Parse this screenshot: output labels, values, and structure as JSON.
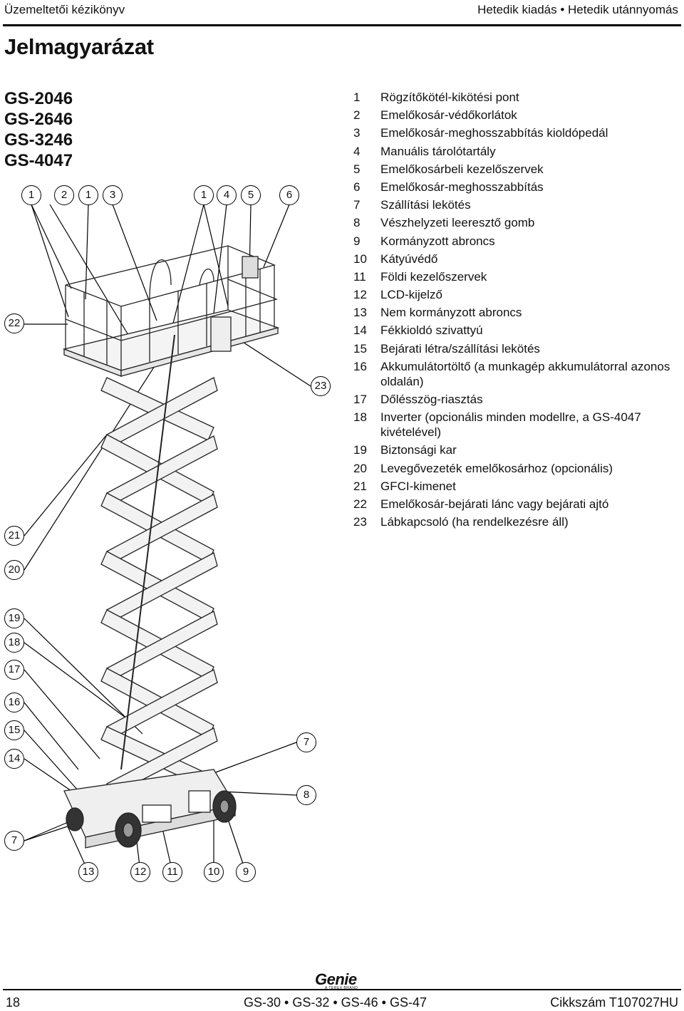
{
  "header": {
    "left": "Üzemeltetői kézikönyv",
    "right": "Hetedik kiadás • Hetedik utánnyomás"
  },
  "page_title": "Jelmagyarázat",
  "models": [
    "GS-2046",
    "GS-2646",
    "GS-3246",
    "GS-4047"
  ],
  "legend": [
    {
      "num": "1",
      "text": "Rögzítőkötél-kikötési pont"
    },
    {
      "num": "2",
      "text": "Emelőkosár-védőkorlátok"
    },
    {
      "num": "3",
      "text": "Emelőkosár-meghosszabbítás kioldópedál"
    },
    {
      "num": "4",
      "text": "Manuális tárolótartály"
    },
    {
      "num": "5",
      "text": "Emelőkosárbeli kezelőszervek"
    },
    {
      "num": "6",
      "text": "Emelőkosár-meghosszabbítás"
    },
    {
      "num": "7",
      "text": "Szállítási lekötés"
    },
    {
      "num": "8",
      "text": "Vészhelyzeti leeresztő gomb"
    },
    {
      "num": "9",
      "text": "Kormányzott abroncs"
    },
    {
      "num": "10",
      "text": "Kátyúvédő"
    },
    {
      "num": "11",
      "text": "Földi kezelőszervek"
    },
    {
      "num": "12",
      "text": "LCD-kijelző"
    },
    {
      "num": "13",
      "text": "Nem kormányzott abroncs"
    },
    {
      "num": "14",
      "text": "Fékkioldó szivattyú"
    },
    {
      "num": "15",
      "text": "Bejárati létra/szállítási lekötés"
    },
    {
      "num": "16",
      "text": "Akkumulátortöltő (a munkagép akkumulátorral azonos oldalán)"
    },
    {
      "num": "17",
      "text": "Dőlésszög-riasztás"
    },
    {
      "num": "18",
      "text": "Inverter (opcionális minden modellre, a GS-4047 kivételével)"
    },
    {
      "num": "19",
      "text": "Biztonsági kar"
    },
    {
      "num": "20",
      "text": "Levegővezeték emelőkosárhoz (opcionális)"
    },
    {
      "num": "21",
      "text": "GFCI-kimenet"
    },
    {
      "num": "22",
      "text": "Emelőkosár-bejárati lánc vagy bejárati ajtó"
    },
    {
      "num": "23",
      "text": "Lábkapcsoló (ha rendelkezésre áll)"
    }
  ],
  "callouts": {
    "top": [
      "1",
      "2",
      "1",
      "3",
      "1",
      "4",
      "5",
      "6"
    ],
    "left": [
      "22",
      "21",
      "20",
      "19",
      "18",
      "17",
      "16",
      "15",
      "14",
      "7"
    ],
    "right": [
      "23",
      "7",
      "8"
    ],
    "bottom": [
      "13",
      "12",
      "11",
      "10",
      "9"
    ]
  },
  "logo": {
    "name": "Genie",
    "tagline": "A TEREX BRAND"
  },
  "footer": {
    "page": "18",
    "models": "GS-30 • GS-32 • GS-46 • GS-47",
    "part": "Cikkszám T107027HU"
  }
}
